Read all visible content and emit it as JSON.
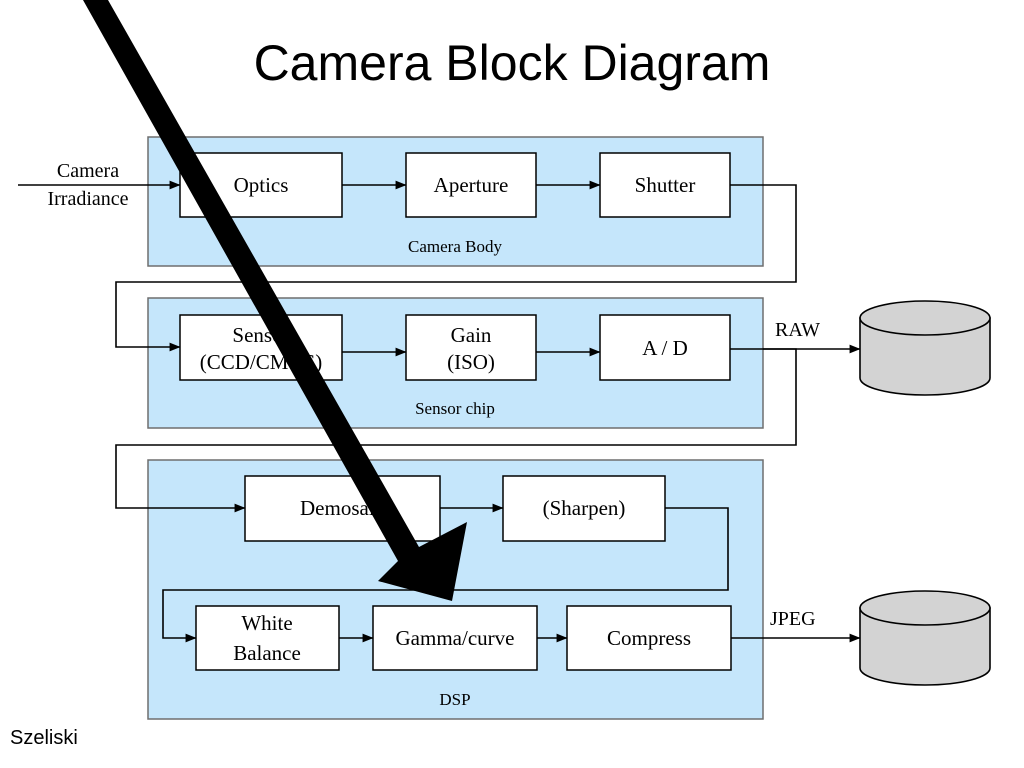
{
  "title": "Camera Block Diagram",
  "credit": "Szeliski",
  "input_label": [
    "Camera",
    "Irradiance"
  ],
  "stages": [
    {
      "label": "Camera Body",
      "blocks": [
        [
          "Optics"
        ],
        [
          "Aperture"
        ],
        [
          "Shutter"
        ]
      ]
    },
    {
      "label": "Sensor chip",
      "blocks": [
        [
          "Sensor",
          "(CCD/CMOS)"
        ],
        [
          "Gain",
          "(ISO)"
        ],
        [
          "A / D"
        ]
      ]
    },
    {
      "label": "DSP",
      "blocks": [
        [
          "Demosaic"
        ],
        [
          "(Sharpen)"
        ],
        [
          "White",
          "Balance"
        ],
        [
          "Gamma/curve"
        ],
        [
          "Compress"
        ]
      ]
    }
  ],
  "outputs": [
    "RAW",
    "JPEG"
  ],
  "annotation": {
    "type": "large black arrow overlay",
    "color": "#000000"
  },
  "colors": {
    "stage_fill": "#c5e6fb",
    "storage_fill": "#d3d3d3"
  }
}
